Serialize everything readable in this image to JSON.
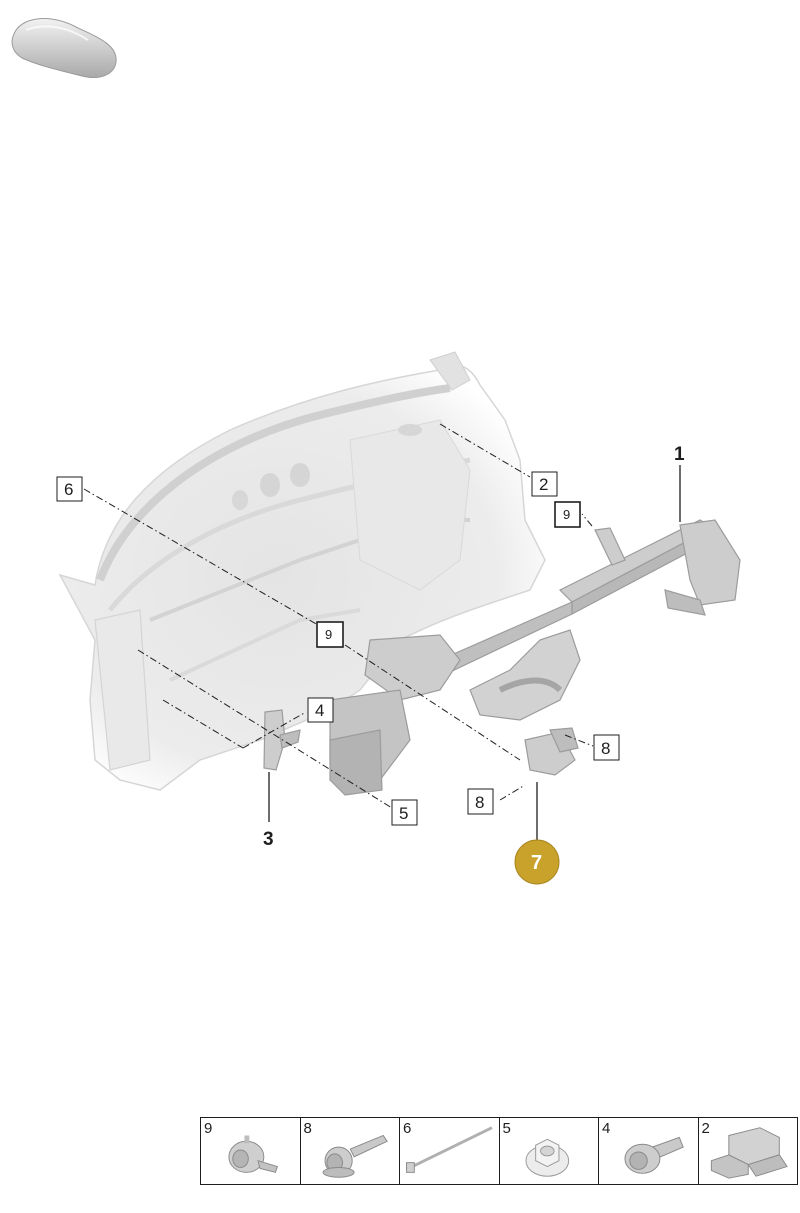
{
  "callouts": {
    "c1": "1",
    "c2": "2",
    "c3": "3",
    "c4": "4",
    "c5": "5",
    "c6": "6",
    "c7": "7",
    "c8a": "8",
    "c8b": "8",
    "c9a": "9",
    "c9b": "9"
  },
  "legend": [
    {
      "label": "9",
      "icon": "clip-nut-icon"
    },
    {
      "label": "8",
      "icon": "hex-bolt-icon"
    },
    {
      "label": "6",
      "icon": "long-bolt-icon"
    },
    {
      "label": "5",
      "icon": "flange-nut-icon"
    },
    {
      "label": "4",
      "icon": "torx-bolt-icon"
    },
    {
      "label": "2",
      "icon": "bracket-icon"
    }
  ],
  "colors": {
    "highlight": "#c9a22c",
    "body": "#e6e6e6",
    "part": "#cfcfcf",
    "line": "#1e1e1e"
  }
}
